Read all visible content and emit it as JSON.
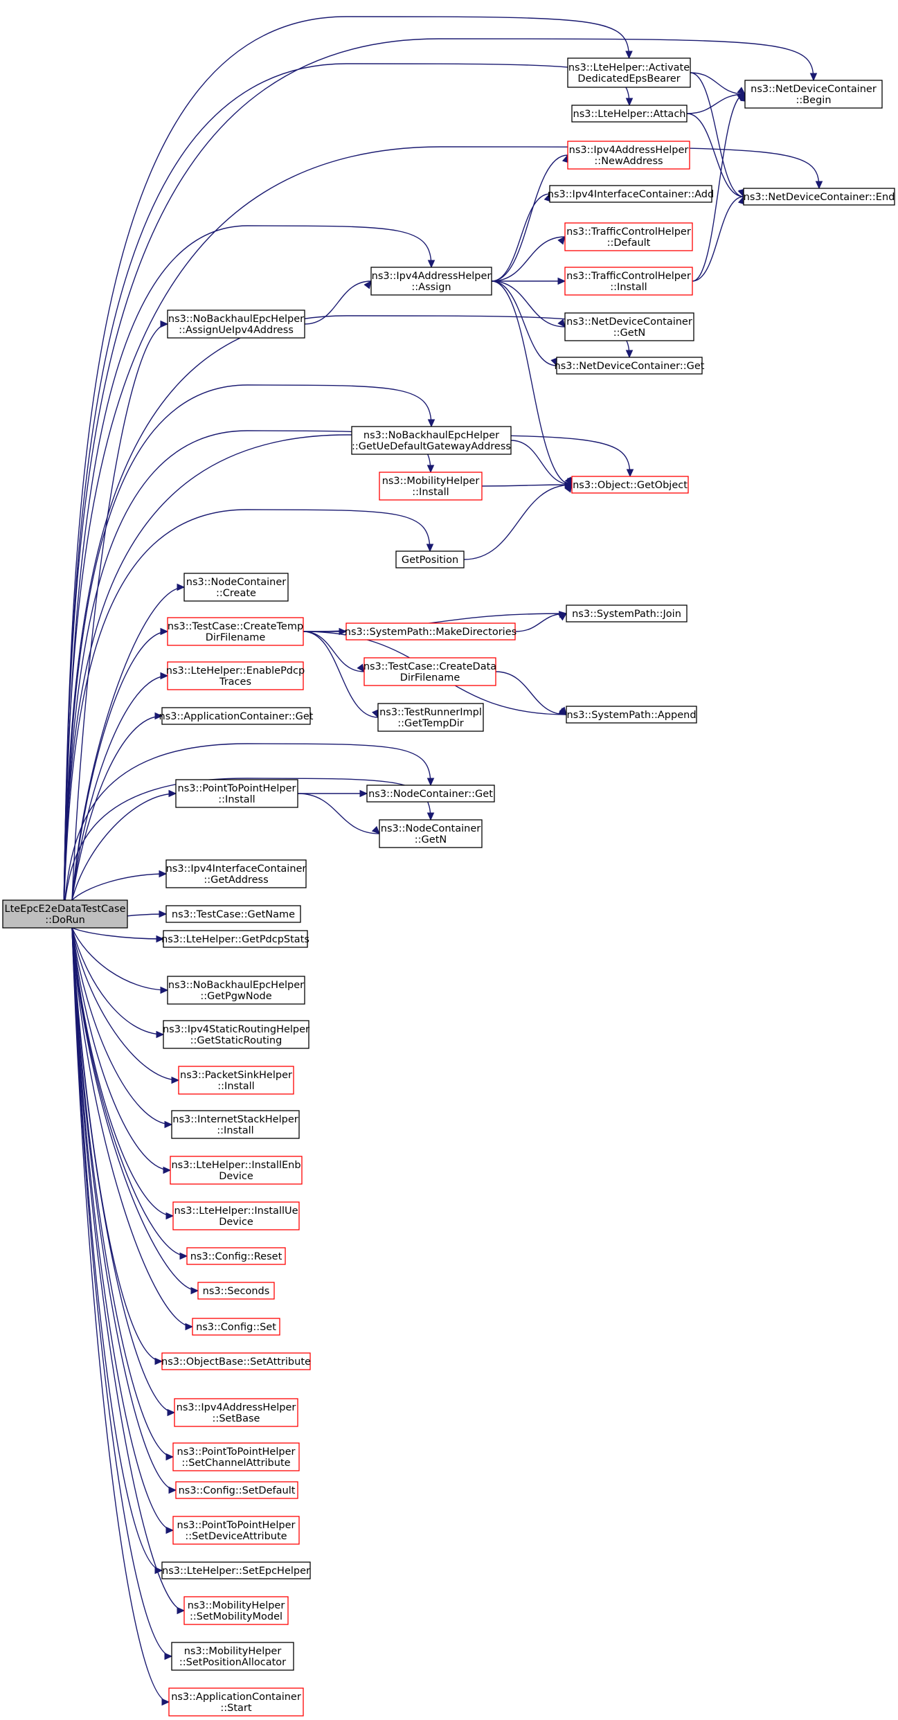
{
  "colors": {
    "edge": "#191970",
    "border_plain": "#000000",
    "border_linked": "#ff0000",
    "root_fill": "#bfbfbf",
    "node_fill": "#ffffff"
  },
  "nodes": {
    "root": {
      "lines": [
        "LteEpcE2eDataTestCase",
        "::DoRun"
      ],
      "style": "root"
    },
    "lte_activate": {
      "lines": [
        "ns3::LteHelper::Activate",
        "DedicatedEpsBearer"
      ],
      "style": "plain"
    },
    "lte_attach": {
      "lines": [
        "ns3::LteHelper::Attach"
      ],
      "style": "plain"
    },
    "ndc_begin": {
      "lines": [
        "ns3::NetDeviceContainer",
        "::Begin"
      ],
      "style": "plain"
    },
    "ndc_end": {
      "lines": [
        "ns3::NetDeviceContainer::End"
      ],
      "style": "plain"
    },
    "ipv4_newaddr": {
      "lines": [
        "ns3::Ipv4AddressHelper",
        "::NewAddress"
      ],
      "style": "linked"
    },
    "ipv4ic_add": {
      "lines": [
        "ns3::Ipv4InterfaceContainer::Add"
      ],
      "style": "plain"
    },
    "tch_default": {
      "lines": [
        "ns3::TrafficControlHelper",
        "::Default"
      ],
      "style": "linked"
    },
    "ipv4_assign": {
      "lines": [
        "ns3::Ipv4AddressHelper",
        "::Assign"
      ],
      "style": "plain"
    },
    "tch_install": {
      "lines": [
        "ns3::TrafficControlHelper",
        "::Install"
      ],
      "style": "linked"
    },
    "nobh_assignue": {
      "lines": [
        "ns3::NoBackhaulEpcHelper",
        "::AssignUeIpv4Address"
      ],
      "style": "plain"
    },
    "ndc_getn": {
      "lines": [
        "ns3::NetDeviceContainer",
        "::GetN"
      ],
      "style": "plain"
    },
    "ndc_get": {
      "lines": [
        "ns3::NetDeviceContainer::Get"
      ],
      "style": "plain"
    },
    "nobh_gateway": {
      "lines": [
        "ns3::NoBackhaulEpcHelper",
        "::GetUeDefaultGatewayAddress"
      ],
      "style": "plain"
    },
    "mob_install": {
      "lines": [
        "ns3::MobilityHelper",
        "::Install"
      ],
      "style": "linked"
    },
    "obj_getobject": {
      "lines": [
        "ns3::Object::GetObject"
      ],
      "style": "linked"
    },
    "getposition": {
      "lines": [
        "GetPosition"
      ],
      "style": "plain"
    },
    "nc_create": {
      "lines": [
        "ns3::NodeContainer",
        "::Create"
      ],
      "style": "plain"
    },
    "tc_createtemp": {
      "lines": [
        "ns3::TestCase::CreateTemp",
        "DirFilename"
      ],
      "style": "linked"
    },
    "sp_join": {
      "lines": [
        "ns3::SystemPath::Join"
      ],
      "style": "plain"
    },
    "sp_makedirs": {
      "lines": [
        "ns3::SystemPath::MakeDirectories"
      ],
      "style": "linked"
    },
    "tc_createdata": {
      "lines": [
        "ns3::TestCase::CreateData",
        "DirFilename"
      ],
      "style": "linked"
    },
    "lte_enablepdcp": {
      "lines": [
        "ns3::LteHelper::EnablePdcp",
        "Traces"
      ],
      "style": "linked"
    },
    "tri_gettemp": {
      "lines": [
        "ns3::TestRunnerImpl",
        "::GetTempDir"
      ],
      "style": "plain"
    },
    "sp_append": {
      "lines": [
        "ns3::SystemPath::Append"
      ],
      "style": "plain"
    },
    "ac_get": {
      "lines": [
        "ns3::ApplicationContainer::Get"
      ],
      "style": "plain"
    },
    "p2p_install": {
      "lines": [
        "ns3::PointToPointHelper",
        "::Install"
      ],
      "style": "plain"
    },
    "nc_get": {
      "lines": [
        "ns3::NodeContainer::Get"
      ],
      "style": "plain"
    },
    "nc_getn": {
      "lines": [
        "ns3::NodeContainer",
        "::GetN"
      ],
      "style": "plain"
    },
    "ipv4ic_getaddr": {
      "lines": [
        "ns3::Ipv4InterfaceContainer",
        "::GetAddress"
      ],
      "style": "plain"
    },
    "tc_getname": {
      "lines": [
        "ns3::TestCase::GetName"
      ],
      "style": "plain"
    },
    "lte_getpdcp": {
      "lines": [
        "ns3::LteHelper::GetPdcpStats"
      ],
      "style": "plain"
    },
    "nobh_getpgw": {
      "lines": [
        "ns3::NoBackhaulEpcHelper",
        "::GetPgwNode"
      ],
      "style": "plain"
    },
    "ipv4sr_get": {
      "lines": [
        "ns3::Ipv4StaticRoutingHelper",
        "::GetStaticRouting"
      ],
      "style": "plain"
    },
    "psh_install": {
      "lines": [
        "ns3::PacketSinkHelper",
        "::Install"
      ],
      "style": "linked"
    },
    "ish_install": {
      "lines": [
        "ns3::InternetStackHelper",
        "::Install"
      ],
      "style": "plain"
    },
    "lte_installenb": {
      "lines": [
        "ns3::LteHelper::InstallEnb",
        "Device"
      ],
      "style": "linked"
    },
    "lte_installue": {
      "lines": [
        "ns3::LteHelper::InstallUe",
        "Device"
      ],
      "style": "linked"
    },
    "cfg_reset": {
      "lines": [
        "ns3::Config::Reset"
      ],
      "style": "linked"
    },
    "seconds": {
      "lines": [
        "ns3::Seconds"
      ],
      "style": "linked"
    },
    "cfg_set": {
      "lines": [
        "ns3::Config::Set"
      ],
      "style": "linked"
    },
    "ob_setattr": {
      "lines": [
        "ns3::ObjectBase::SetAttribute"
      ],
      "style": "linked"
    },
    "ipv4_setbase": {
      "lines": [
        "ns3::Ipv4AddressHelper",
        "::SetBase"
      ],
      "style": "linked"
    },
    "p2p_setchan": {
      "lines": [
        "ns3::PointToPointHelper",
        "::SetChannelAttribute"
      ],
      "style": "linked"
    },
    "cfg_setdefault": {
      "lines": [
        "ns3::Config::SetDefault"
      ],
      "style": "linked"
    },
    "p2p_setdev": {
      "lines": [
        "ns3::PointToPointHelper",
        "::SetDeviceAttribute"
      ],
      "style": "linked"
    },
    "lte_setepc": {
      "lines": [
        "ns3::LteHelper::SetEpcHelper"
      ],
      "style": "plain"
    },
    "mob_setmodel": {
      "lines": [
        "ns3::MobilityHelper",
        "::SetMobilityModel"
      ],
      "style": "linked"
    },
    "mob_setpos": {
      "lines": [
        "ns3::MobilityHelper",
        "::SetPositionAllocator"
      ],
      "style": "plain"
    },
    "ac_start": {
      "lines": [
        "ns3::ApplicationContainer",
        "::Start"
      ],
      "style": "linked"
    }
  },
  "edges": [
    [
      "root",
      "lte_activate"
    ],
    [
      "root",
      "ndc_begin"
    ],
    [
      "root",
      "lte_attach"
    ],
    [
      "root",
      "ipv4_assign"
    ],
    [
      "root",
      "nobh_assignue"
    ],
    [
      "root",
      "ndc_get"
    ],
    [
      "root",
      "ndc_end"
    ],
    [
      "root",
      "nobh_gateway"
    ],
    [
      "root",
      "mob_install"
    ],
    [
      "root",
      "obj_getobject"
    ],
    [
      "root",
      "getposition"
    ],
    [
      "root",
      "nc_create"
    ],
    [
      "root",
      "tc_createtemp"
    ],
    [
      "root",
      "lte_enablepdcp"
    ],
    [
      "root",
      "ac_get"
    ],
    [
      "root",
      "nc_get"
    ],
    [
      "root",
      "p2p_install"
    ],
    [
      "root",
      "nc_getn"
    ],
    [
      "root",
      "ipv4ic_getaddr"
    ],
    [
      "root",
      "tc_getname"
    ],
    [
      "root",
      "lte_getpdcp"
    ],
    [
      "root",
      "nobh_getpgw"
    ],
    [
      "root",
      "ipv4sr_get"
    ],
    [
      "root",
      "psh_install"
    ],
    [
      "root",
      "ish_install"
    ],
    [
      "root",
      "lte_installenb"
    ],
    [
      "root",
      "lte_installue"
    ],
    [
      "root",
      "cfg_reset"
    ],
    [
      "root",
      "seconds"
    ],
    [
      "root",
      "cfg_set"
    ],
    [
      "root",
      "ob_setattr"
    ],
    [
      "root",
      "ipv4_setbase"
    ],
    [
      "root",
      "p2p_setchan"
    ],
    [
      "root",
      "cfg_setdefault"
    ],
    [
      "root",
      "p2p_setdev"
    ],
    [
      "root",
      "lte_setepc"
    ],
    [
      "root",
      "mob_setmodel"
    ],
    [
      "root",
      "mob_setpos"
    ],
    [
      "root",
      "ac_start"
    ],
    [
      "lte_activate",
      "ndc_begin"
    ],
    [
      "lte_activate",
      "ndc_end"
    ],
    [
      "lte_attach",
      "ndc_begin"
    ],
    [
      "lte_attach",
      "ndc_end"
    ],
    [
      "ipv4_assign",
      "ipv4_newaddr"
    ],
    [
      "ipv4_assign",
      "ipv4ic_add"
    ],
    [
      "ipv4_assign",
      "tch_default"
    ],
    [
      "ipv4_assign",
      "tch_install"
    ],
    [
      "ipv4_assign",
      "ndc_getn"
    ],
    [
      "ipv4_assign",
      "ndc_get"
    ],
    [
      "ipv4_assign",
      "obj_getobject"
    ],
    [
      "tch_install",
      "ndc_begin"
    ],
    [
      "tch_install",
      "ndc_end"
    ],
    [
      "nobh_assignue",
      "ipv4_assign"
    ],
    [
      "nobh_gateway",
      "obj_getobject"
    ],
    [
      "mob_install",
      "obj_getobject"
    ],
    [
      "getposition",
      "obj_getobject"
    ],
    [
      "tc_createtemp",
      "sp_join"
    ],
    [
      "tc_createtemp",
      "sp_makedirs"
    ],
    [
      "tc_createtemp",
      "tc_createdata"
    ],
    [
      "tc_createtemp",
      "tri_gettemp"
    ],
    [
      "tc_createtemp",
      "sp_append"
    ],
    [
      "sp_makedirs",
      "sp_join"
    ],
    [
      "tc_createdata",
      "sp_append"
    ],
    [
      "p2p_install",
      "nc_get"
    ],
    [
      "p2p_install",
      "nc_getn"
    ]
  ]
}
